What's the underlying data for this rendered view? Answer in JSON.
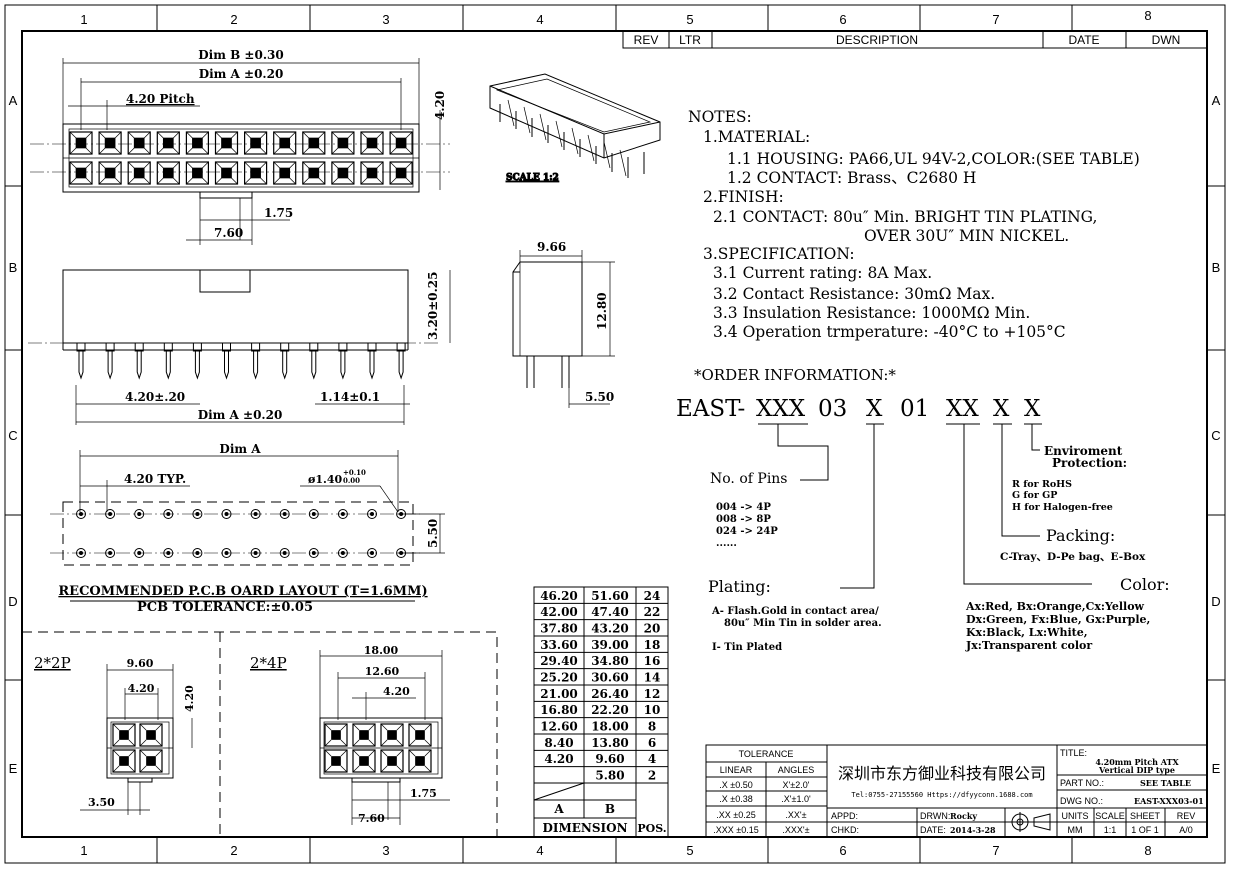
{
  "frame": {
    "col_labels": [
      "1",
      "2",
      "3",
      "4",
      "5",
      "6",
      "7",
      "8"
    ],
    "row_labels": [
      "A",
      "B",
      "C",
      "D",
      "E"
    ]
  },
  "revision_block": {
    "headers": [
      "REV",
      "LTR",
      "DESCRIPTION",
      "DATE",
      "DWN"
    ]
  },
  "top_view": {
    "dim_b": "Dim B ±0.30",
    "dim_a": "Dim A ±0.20",
    "pitch": "4.20 Pitch",
    "height": "4.20",
    "latch_offset": "1.75",
    "latch_width": "7.60"
  },
  "iso_view": {
    "scale": "SCALE 1:2"
  },
  "front_view": {
    "height": "3.20±0.25",
    "pitch": "4.20±.20",
    "pin": "1.14±0.1",
    "dim_a": "Dim A ±0.20"
  },
  "side_view": {
    "width": "9.66",
    "height": "12.80",
    "pin_len": "5.50"
  },
  "pcb_layout": {
    "dim_a": "Dim A",
    "pitch": "4.20 TYP.",
    "hole": "ø1.40",
    "hole_tol_plus": "+0.10",
    "hole_tol_minus": "0.00",
    "row_pitch": "5.50",
    "title": "RECOMMENDED P.C.B OARD LAYOUT (T=1.6MM)",
    "tolerance": "PCB TOLERANCE:±0.05"
  },
  "detail_2x2": {
    "label": "2*2P",
    "d1": "9.60",
    "d2": "4.20",
    "d3": "4.20",
    "d4": "3.50"
  },
  "detail_2x4": {
    "label": "2*4P",
    "d1": "18.00",
    "d2": "12.60",
    "d3": "4.20",
    "d4": "1.75",
    "d5": "7.60"
  },
  "notes": {
    "heading": "NOTES:",
    "lines": [
      "1.MATERIAL:",
      "1.1  HOUSING: PA66,UL 94V-2,COLOR:(SEE TABLE)",
      "1.2  CONTACT: Brass、C2680 H",
      "2.FINISH:",
      "2.1  CONTACT: 80u″ Min. BRIGHT TIN PLATING,",
      "OVER 30U″ MIN NICKEL.",
      "3.SPECIFICATION:",
      "3.1  Current rating: 8A Max.",
      "3.2  Contact Resistance: 30mΩ Max.",
      "3.3  Insulation Resistance: 1000MΩ Min.",
      "3.4  Operation trmperature: -40°C to +105°C"
    ]
  },
  "order": {
    "heading": "*ORDER INFORMATION:*",
    "part_prefix": "EAST-",
    "part_fields": [
      "XXX",
      "03",
      "X",
      "01",
      "XX",
      "X",
      "X"
    ],
    "pins_label": "No. of Pins",
    "pins_options": [
      "004  ->  4P",
      "008  ->  8P",
      "024  ->  24P",
      "......"
    ],
    "env_label_1": "Enviroment",
    "env_label_2": "Protection:",
    "env_options": [
      "R  for  RoHS",
      "G  for  GP",
      "H  for  Halogen-free"
    ],
    "packing_label": "Packing:",
    "packing_options": "C-Tray、D-Pe bag、E-Box",
    "plating_label": "Plating:",
    "plating_options": [
      "A- Flash.Gold in contact area/",
      "80u″ Min Tin in solder area.",
      "I- Tin Plated"
    ],
    "color_label": "Color:",
    "color_options": [
      "Ax:Red,  Bx:Orange,Cx:Yellow",
      "Dx:Green,  Fx:Blue,  Gx:Purple,",
      "Kx:Black,  Lx:White,",
      "Jx:Transparent  color"
    ]
  },
  "dimension_table": {
    "rows": [
      [
        "46.20",
        "51.60",
        "24"
      ],
      [
        "42.00",
        "47.40",
        "22"
      ],
      [
        "37.80",
        "43.20",
        "20"
      ],
      [
        "33.60",
        "39.00",
        "18"
      ],
      [
        "29.40",
        "34.80",
        "16"
      ],
      [
        "25.20",
        "30.60",
        "14"
      ],
      [
        "21.00",
        "26.40",
        "12"
      ],
      [
        "16.80",
        "22.20",
        "10"
      ],
      [
        "12.60",
        "18.00",
        "8"
      ],
      [
        "8.40",
        "13.80",
        "6"
      ],
      [
        "4.20",
        "9.60",
        "4"
      ],
      [
        "",
        "5.80",
        "2"
      ]
    ],
    "col_a": "A",
    "col_b": "B",
    "footer": "DIMENSION",
    "pos": "POS."
  },
  "title_block": {
    "tolerance": "TOLERANCE",
    "linear": "LINEAR",
    "angles": "ANGLES",
    "tol_rows": [
      [
        ".X ±0.50",
        "X'±2.0'"
      ],
      [
        ".X ±0.38",
        ".X'±1.0'"
      ],
      [
        ".XX ±0.25",
        ".XX'±"
      ],
      [
        ".XXX ±0.15",
        ".XXX'±"
      ]
    ],
    "company": "深圳市东方御业科技有限公司",
    "contact": "Tel:0755-27155560  Https://dfyyconn.1688.com",
    "appd": "APPD:",
    "chkd": "CHKD:",
    "drwn": "DRWN:",
    "drwn_val": "Rocky",
    "date": "DATE:",
    "date_val": "2014-3-28",
    "title_label": "TITLE:",
    "title_val_1": "4.20mm Pitch ATX",
    "title_val_2": "Vertical DIP type",
    "part_no": "PART NO.:",
    "part_no_val": "SEE TABLE",
    "dwg_no": "DWG NO.:",
    "dwg_no_val": "EAST-XXX03-01",
    "units": "UNITS",
    "scale": "SCALE",
    "sheet": "SHEET",
    "rev": "REV",
    "units_val": "MM",
    "scale_val": "1:1",
    "sheet_val": "1 OF 1",
    "rev_val": "A/0"
  }
}
